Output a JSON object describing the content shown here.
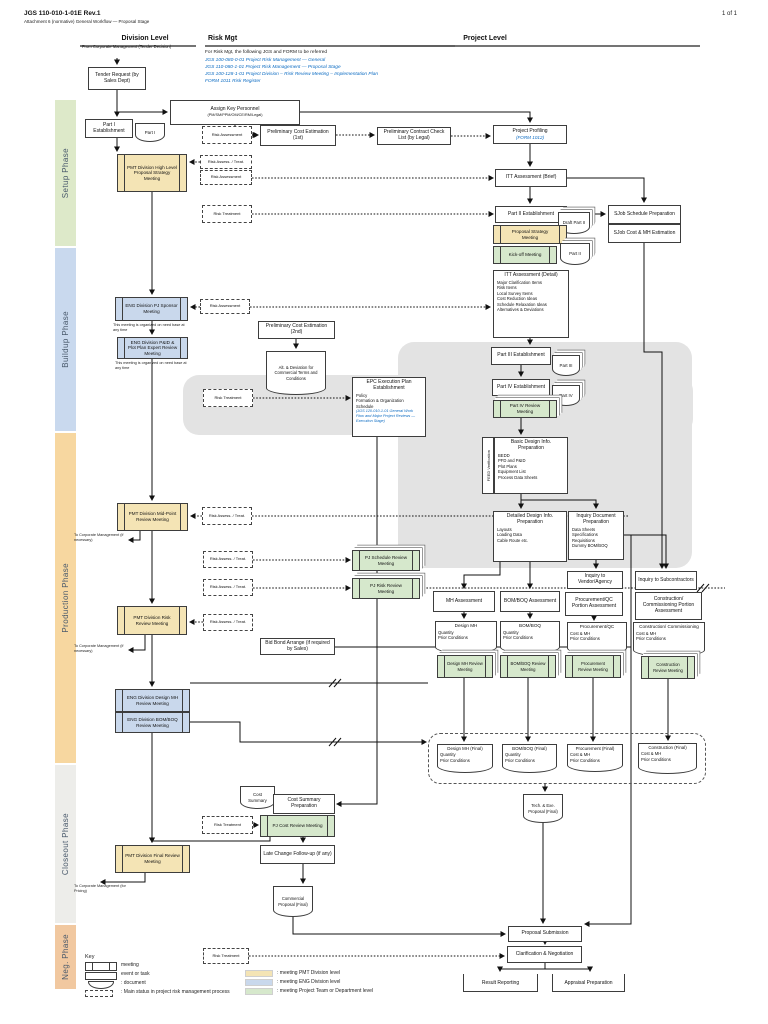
{
  "header": {
    "doc_number": "JGS 110-010-1-01E Rev.1",
    "doc_title": "Attachment 6 (normative) General Workflow — Proposal Stage",
    "page_indicator": "1 of 1"
  },
  "columns": {
    "division": "Division Level",
    "risk": "Risk Mgt",
    "project": "Project Level"
  },
  "risk_mgt": {
    "intro": "For Risk Mgt, the following JGS and FORM to be referred",
    "refs": [
      "JGS 100-080-0-01 Project Risk Management — General",
      "JGS 110-080-1-01 Project Risk Management — Proposal Stage",
      "JGS 100-128-1-01 Project Division – Risk Review Meeting – Implementation Plan",
      "FORM 1011 Risk Register"
    ]
  },
  "phases": [
    {
      "label": "Setup Phase",
      "color": "#dde9c9"
    },
    {
      "label": "Buildup Phase",
      "color": "#c9d9ee"
    },
    {
      "label": "Production Phase",
      "color": "#f7d7a0"
    },
    {
      "label": "Closeout Phase",
      "color": "#ededea"
    },
    {
      "label": "Neg. Phase",
      "color": "#f1c8a0"
    }
  ],
  "risk_boxes": {
    "assessment": "Risk Assessment",
    "assess_treat": "Risk Assess. / Treat.",
    "treatment": "Risk Treatment"
  },
  "division": {
    "from_corporate": "From Corporate Management (Tender Decision)",
    "tender_request": "Tender Request (by Sales Dept)",
    "assign_key_personnel": {
      "title": "Assign Key Personnel",
      "sub": "(PM/SM/PPM/OM/CE/RM/Legal)"
    },
    "part1_establishment": "Part I Establishment",
    "part1_doc": "Part I",
    "high_level_meeting": "PMT Division High Level Proposal Strategy Meeting",
    "eng_pj_sponsor_meeting": "ENG Division PJ Sponsor Meeting",
    "eng_pid_plot_meeting": "ENG Division P&ID & Plot Plan Expert Review Meeting",
    "meeting_note": "This meeting is organized on need base at any time",
    "pmt_midpoint_meeting": "PMT Division Mid-Point Review Meeting",
    "pmt_risk_review_meeting": "PMT Division Risk Review Meeting",
    "eng_design_mh_meeting": "ENG Division Design MH Review Meeting",
    "eng_bomboq_meeting": "ENG Division BOM/BOQ Review Meeting",
    "pmt_final_meeting": "PMT Division Final Review Meeting",
    "to_corporate_1": "To Corporate Management (if necessary)",
    "to_corporate_2": "To Corporate Management (if necessary)",
    "to_corporate_3": "To Corporate Management (for Pricing)"
  },
  "project": {
    "prelim_cost_1": "Preliminary Cost Estimation (1st)",
    "prelim_contract": "Preliminary Contract Check List (by Legal)",
    "project_profiling": {
      "title": "Project Profiling",
      "link": "(FORM 1012)"
    },
    "itt_brief": "ITT Assessment (Brief)",
    "part2_establishment": "Part II Establishment",
    "draft_part2_doc": "Draft Part II",
    "sjob_schedule": "SJob Schedule Preparation",
    "sjob_cost": "SJob Cost & MH Estimation",
    "proposal_strategy_meeting": "Proposal Strategy Meeting",
    "kickoff_meeting": "Kick-off Meeting",
    "part2_doc": "Part II",
    "itt_detail": {
      "title": "ITT Assessment (Detail)",
      "items": [
        "Major Clarification Items",
        "Risk Items",
        "Local Survey Items",
        "Cost Reduction Ideas",
        "Schedule Relaxation Ideas",
        "Alternatives & Deviations"
      ]
    },
    "prelim_cost_2": "Preliminary Cost Estimation (2nd)",
    "alt_deviation_doc": "Alt. & Deviation for Commercial Terms and Conditions",
    "part3_establishment": "Part III Establishment",
    "part3_doc": "Part III",
    "epc_plan": {
      "title": "EPC Execution Plan Establishment",
      "items": [
        "Policy",
        "Formation & Organization",
        "Schedule"
      ],
      "link": "(JGS 120-010-1-01 General Work Flow and Major Project Reviews — Execution Stage)"
    },
    "part4_establishment": "Part IV Establishment",
    "part4_doc": "Part IV",
    "part4_review_meeting": "Part IV Review Meeting",
    "feed_verification": "FEED Verification",
    "basic_design": {
      "title": "Basic Design Info. Preparation",
      "items": [
        "BEDD",
        "PFD and P&ID",
        "Plot Plans",
        "Equipment List",
        "Process Data Sheets"
      ]
    },
    "detailed_design": {
      "title": "Detailed Design Info. Preparation",
      "items": [
        "Layouts",
        "Loading Data",
        "Cable Route etc."
      ]
    },
    "inquiry_document": {
      "title": "Inquiry Document Preparation",
      "items": [
        "Data Sheets",
        "Specifications",
        "Requisitions",
        "Dummy BOM/BOQ"
      ]
    },
    "pj_schedule_review_meeting": "PJ Schedule Review Meeting",
    "pj_risk_review_meeting": "PJ Risk Review Meeting",
    "inquiry_vendor": "Inquiry to Vendor/Agency",
    "inquiry_subcontractors": "Inquiry to Subcontractors",
    "mh_assessment": "MH Assessment",
    "bomboq_assessment": "BOM/BOQ Assessment",
    "procurement_assessment": "Procurement/QC Portion Assessment",
    "construction_assessment": "Construction/ Commissioning Portion Assessment",
    "design_mh_doc": {
      "title": "Design MH",
      "items": [
        "Quantity",
        "Prior Conditions"
      ]
    },
    "bomboq_doc": {
      "title": "BOM/BOQ",
      "items": [
        "Quantity",
        "Prior Conditions"
      ]
    },
    "procurement_doc": {
      "title": "Procurement/QC",
      "items": [
        "Cost & MH",
        "Prior Conditions"
      ]
    },
    "construction_doc": {
      "title": "Construction/ Commissioning",
      "items": [
        "Cost & MH",
        "Prior Conditions"
      ]
    },
    "design_mh_review_meeting": "Design MH Review Meeting",
    "bomboq_review_meeting": "BOM/BOQ Review Meeting",
    "procurement_review_meeting": "Procurement Review Meeting",
    "construction_review_meeting": "Construction Review Meeting",
    "bid_bond": "Bid Bond Arrange (if required by Sales)",
    "design_mh_final": {
      "title": "Design MH (Final)",
      "items": [
        "Quantity",
        "Prior Conditions"
      ]
    },
    "bomboq_final": {
      "title": "BOM/BOQ (Final)",
      "items": [
        "Quantity",
        "Prior Conditions"
      ]
    },
    "procurement_final": {
      "title": "Procurement (Final)",
      "items": [
        "Cost & MH",
        "Prior Conditions"
      ]
    },
    "construction_final": {
      "title": "Construction (Final)",
      "items": [
        "Cost & MH",
        "Prior Conditions"
      ]
    },
    "tech_exe_proposal_doc": "Tech. & Exe. Proposal (Final)",
    "cost_summary_doc": "Cost Summary",
    "cost_summary_prep": "Cost Summary Preparation",
    "pj_cost_review_meeting": "PJ Cost Review Meeting",
    "late_change": "Late Change Follow-up (if any)",
    "commercial_proposal_doc": "Commercial Proposal (Final)",
    "proposal_submission": "Proposal Submission",
    "clarification_negotiation": "Clarification & Negotiation",
    "result_reporting": "Result Reporting",
    "appraisal_preparation": "Appraisal Preparation"
  },
  "key": {
    "title": "Key",
    "meeting": "meeting",
    "event": "event or task",
    "document": ": document",
    "main_status": ": Main status in project risk management process",
    "pmt_level": ": meeting PMT Division level",
    "eng_level": ": meeting ENG Division level",
    "team_level": ": meeting Project Team or Department level"
  },
  "colors": {
    "pmt_meeting": "#f4e4b5",
    "eng_meeting": "#c9d8ec",
    "team_meeting": "#d6e8cc",
    "reference_link": "#0b6bc2",
    "phase_setup": "#dde9c9",
    "phase_buildup": "#c9d9ee",
    "phase_production": "#f7d7a0",
    "phase_closeout": "#ededea",
    "phase_neg": "#f1c8a0"
  }
}
